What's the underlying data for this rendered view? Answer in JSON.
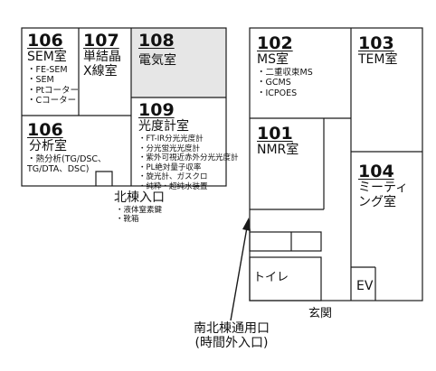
{
  "rooms": {
    "r106a": {
      "number": "106",
      "name": "SEM室",
      "items": [
        "・FE-SEM",
        "・SEM",
        "・Ptコーター",
        "・Cコーター"
      ]
    },
    "r107": {
      "number": "107",
      "name_line1": "単結晶",
      "name_line2": "X線室"
    },
    "r108": {
      "number": "108",
      "name": "電気室"
    },
    "r109": {
      "number": "109",
      "name": "光度計室",
      "items": [
        "・FT-IR分光光度計",
        "・分光蛍光光度計",
        "・紫外可視近赤外分光光度計",
        "・PL絶対量子収率",
        "・旋光計、ガスクロ",
        "・純粋・超純水装置"
      ]
    },
    "r106b": {
      "number": "106",
      "name": "分析室",
      "items": [
        "・熱分析(TG/DSC、",
        "TG/DTA、DSC)"
      ]
    },
    "r102": {
      "number": "102",
      "name": "MS室",
      "items": [
        "・二重収束MS",
        "・GCMS",
        "・ICPOES"
      ]
    },
    "r103": {
      "number": "103",
      "name": "TEM室"
    },
    "r101": {
      "number": "101",
      "name": "NMR室"
    },
    "r104": {
      "number": "104",
      "name_line1": "ミーティ",
      "name_line2": "ング室"
    }
  },
  "north_entrance": {
    "label": "北棟入口",
    "items": [
      "・液体窒素鍵",
      "・靴箱"
    ]
  },
  "toilet": "トイレ",
  "ev": "EV",
  "genkan": "玄関",
  "south_entrance": {
    "line1": "南北棟通用口",
    "line2": "(時間外入口)"
  },
  "colors": {
    "wall": "#1a1a1a",
    "shaded_room": "#e6e6e6"
  }
}
